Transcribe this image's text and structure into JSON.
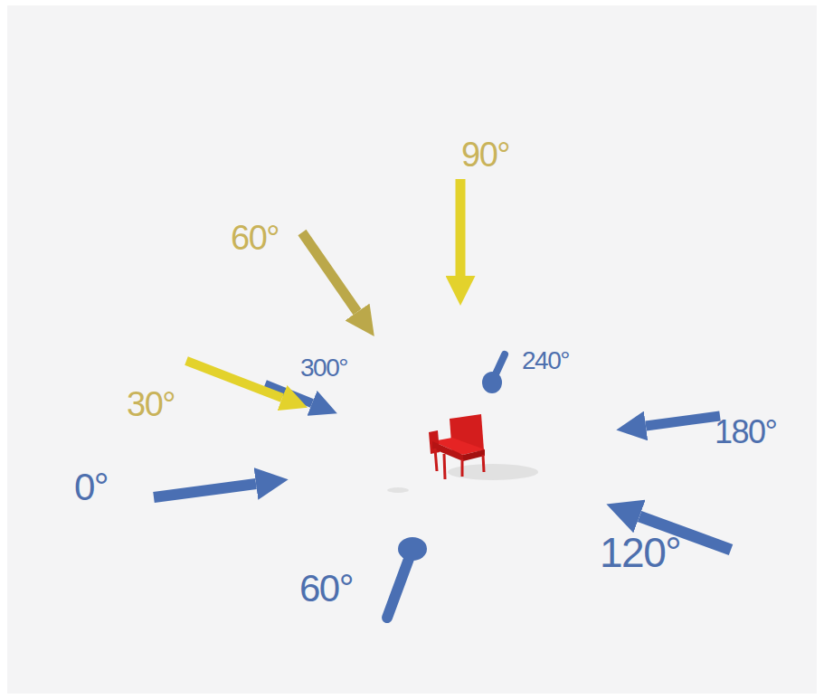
{
  "diagram": {
    "labels": [
      "90°",
      "60°",
      "300°",
      "240°",
      "30°",
      "180°",
      "0°",
      "120°",
      "60°"
    ]
  }
}
